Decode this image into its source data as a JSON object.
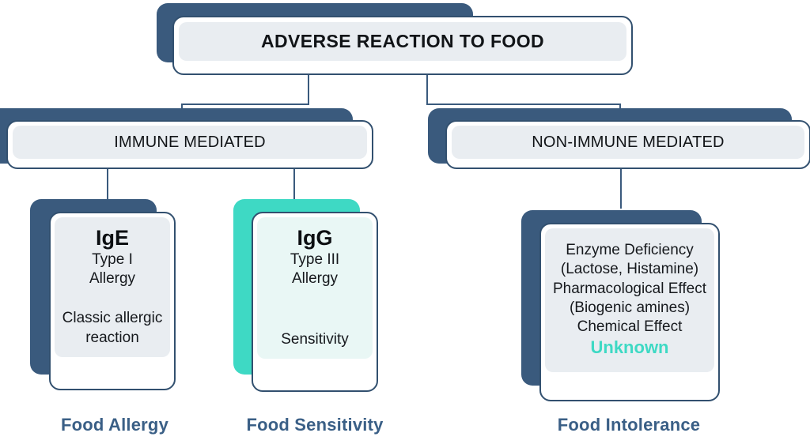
{
  "diagram": {
    "title": "Adverse Reaction to Food classification",
    "colors": {
      "navy": "#3a5a7d",
      "navy_border": "#32506f",
      "teal": "#3ed9c4",
      "panel_gray": "#e9edf1",
      "panel_mint": "#e9f7f5",
      "caption_blue": "#3a5f86",
      "text_dark": "#111417"
    },
    "root": {
      "label": "ADVERSE REACTION TO FOOD"
    },
    "branches": [
      {
        "label": "IMMUNE MEDIATED"
      },
      {
        "label": "NON-IMMUNE MEDIATED"
      }
    ],
    "leaves": [
      {
        "title": "IgE",
        "lines": [
          "Type I",
          "Allergy"
        ],
        "lines2": [
          "Classic allergic",
          "reaction"
        ],
        "accent": "navy",
        "caption": "Food Allergy"
      },
      {
        "title": "IgG",
        "lines": [
          "Type III",
          "Allergy"
        ],
        "lines2": [
          "Sensitivity"
        ],
        "accent": "teal",
        "caption": "Food Sensitivity"
      },
      {
        "title": "",
        "lines": [
          "Enzyme Deficiency",
          "(Lactose, Histamine)",
          "Pharmacological Effect",
          "(Biogenic amines)",
          "Chemical Effect"
        ],
        "highlight": "Unknown",
        "accent": "navy",
        "caption": "Food Intolerance"
      }
    ]
  }
}
